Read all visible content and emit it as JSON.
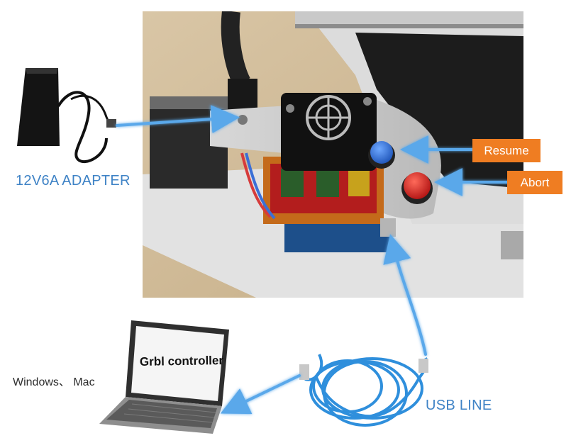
{
  "labels": {
    "adapter": "12V6A ADAPTER",
    "usb": "USB LINE",
    "os": "Windows、 Mac",
    "software": "Grbl controller"
  },
  "buttons": {
    "resume": "Resume",
    "abort": "Abort"
  },
  "colors": {
    "label_blue": "#3f83c6",
    "callout_orange": "#ef7d22",
    "arrow_blue": "#5aa8ea",
    "button_blue": "#1e63c9",
    "button_red": "#d81e1e",
    "cable_blue": "#2f8fdc"
  },
  "icons": {
    "adapter": "power-adapter-icon",
    "laptop": "laptop-icon",
    "usb_cable": "usb-cable-icon"
  }
}
